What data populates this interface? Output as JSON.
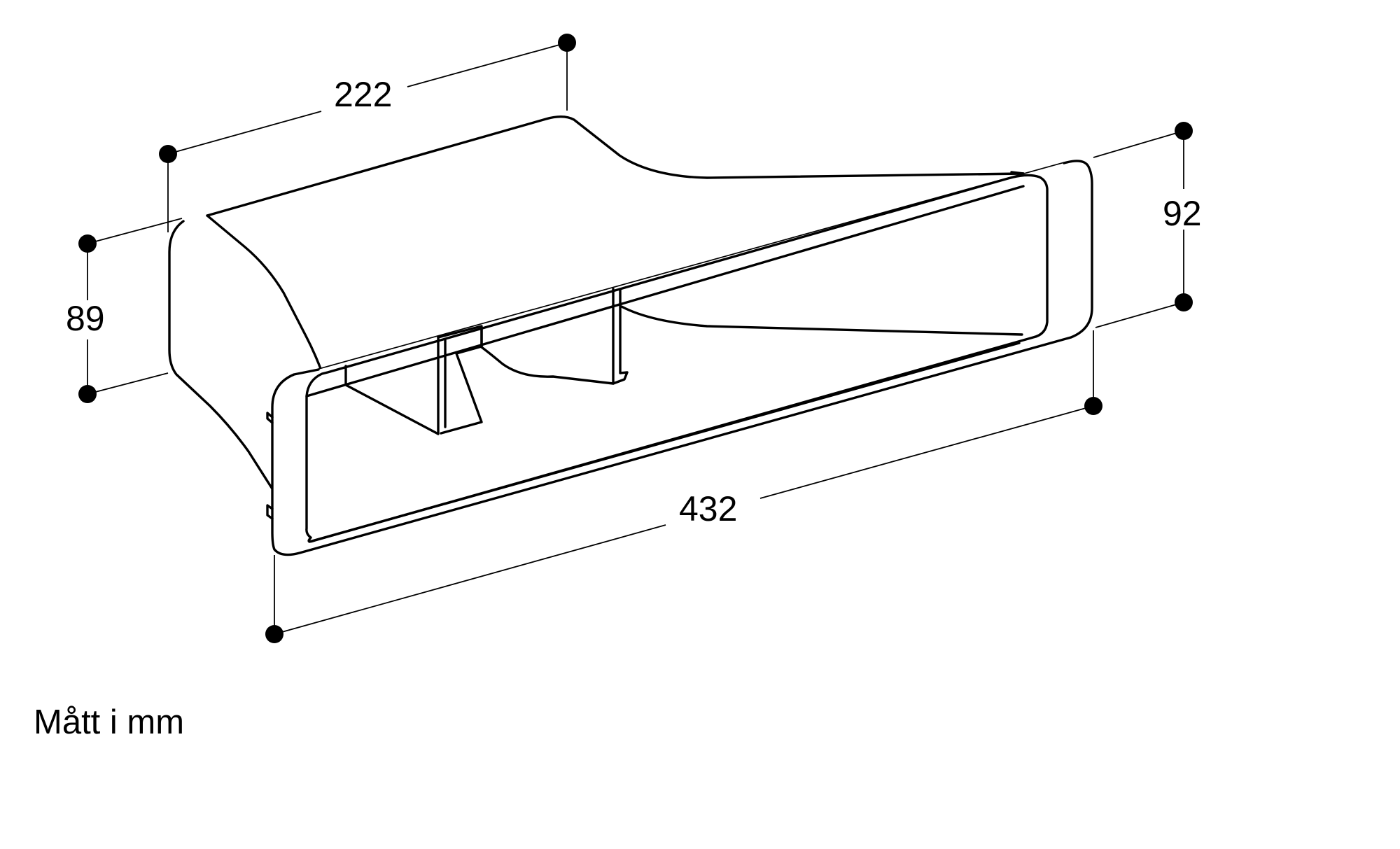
{
  "dimensions": {
    "depth": "222",
    "height_front": "89",
    "height_back": "92",
    "length": "432"
  },
  "caption": "Mått i mm",
  "colors": {
    "line": "#000000",
    "background": "#ffffff"
  }
}
